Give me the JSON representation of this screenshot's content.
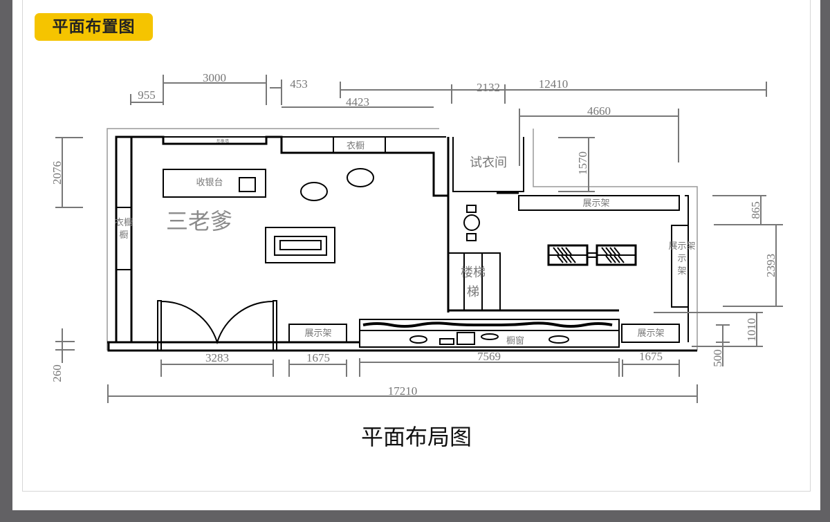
{
  "header": {
    "tag_label": "平面布置图"
  },
  "plan": {
    "brand": "三老爹",
    "rooms": {
      "fitting_room": "试衣间",
      "stairs": "楼梯"
    },
    "furniture": {
      "cashier": "收银台",
      "wardrobe_top": "衣橱",
      "wardrobe_left": "衣橱",
      "image_wall": "形象墙",
      "display_rack_top": "展示架",
      "display_rack_right": "展示架",
      "display_rack_bottom_left": "展示架",
      "display_rack_bottom_right": "展示架",
      "shop_window": "橱窗"
    },
    "dimensions": {
      "top": [
        "955",
        "3000",
        "453",
        "4423",
        "2132",
        "12410",
        "4660"
      ],
      "left": [
        "2076",
        "260"
      ],
      "right": [
        "1570",
        "865",
        "2393",
        "1010",
        "500"
      ],
      "bottom": [
        "3283",
        "1675",
        "7569",
        "1675"
      ],
      "total": "17210"
    }
  },
  "caption": "平面布局图"
}
